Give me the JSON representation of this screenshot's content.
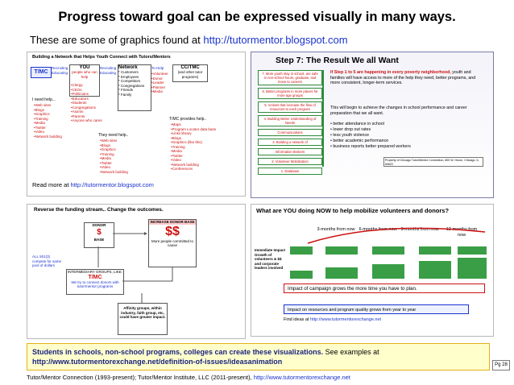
{
  "header": {
    "title": "Progress toward goal can be expressed visually in many ways.",
    "subtitle_prefix": "These are some of graphics found at ",
    "subtitle_link": "http://tutormentor.blogspot.com"
  },
  "panel1": {
    "heading": "Building a Network that Helps Youth Connect with Tutors/Mentors",
    "tmc": "T/MC",
    "col_recruiting1": "Recruiting Educating",
    "col_you": "YOU",
    "col_you_sub": "people who can help",
    "col_recruiting2": "Recruiting Educating",
    "col_network": "Network",
    "col_tohelp": "To Help",
    "col_cctmc": "CC/TMC",
    "col_cctmc_sub": "(and other tutor programs)",
    "you_items": [
      "Clergy",
      "CEOs",
      "Politicians",
      "Educators",
      "Students",
      "Congregations",
      "Alumni",
      "Parents",
      "Anyone who cares"
    ],
    "network_items": [
      "Customers",
      "Employees",
      "Competitors",
      "Congregations",
      "Friends",
      "Family"
    ],
    "tohelp_items": [
      "Volunteer",
      "Donor",
      "Leader",
      "Planner",
      "Media"
    ],
    "i_need_help": "I need help...",
    "i_need_items": [
      "Web sites",
      "Blogs",
      "Graphics",
      "Training",
      "Media",
      "Twitter",
      "Video",
      "Network building"
    ],
    "they_need_help": "They need help..",
    "they_need_items": [
      "Web sites",
      "Blogs",
      "Graphics",
      "Training",
      "Media",
      "Twitter",
      "Video",
      "Network building"
    ],
    "tmc_provides": "T/MC provides help..",
    "tmc_provides_items": [
      "Maps",
      "Program Locator data base",
      "Links library",
      "Blogs",
      "Graphics (like this)",
      "Training",
      "Media",
      "Twitter",
      "Video",
      "Network building",
      "Conferences"
    ],
    "read_more_prefix": "Read more at ",
    "read_more_link": "http://tutormentor.blogspot.com"
  },
  "panel2": {
    "heading": "Step 7: The Result We all Want",
    "left_boxes": [
      "7. More youth stay in school, are safe in non-school hours, graduate, and move to careers",
      "6. Better programs in more places for more age groups",
      "5. Actions that increase the flow of resources to each program",
      "4. Building Better Understanding of Needs",
      "Communications",
      "3. Building a network of",
      "Information Brokers",
      "2. Volunteer Mobilization",
      "1. Database"
    ],
    "right_text_1_bold": "If Step 1 to 5 are happening in every poverty neighborhood,",
    "right_text_1": " youth and families will have access to more of the help they need, better programs, and more consistent, longer-term services.",
    "right_text_2": "This will begin to achieve the changes in school performance and career preparation that we all want.",
    "right_bullets": [
      "better attendance in school",
      "lower drop out rates",
      "less youth violence",
      "better academic performance",
      "business reports better prepared workers"
    ],
    "credit": "Property of Chicago Tutor/Mentor Connection, 800 W. Huron, Chicago, IL 60622"
  },
  "panel3": {
    "heading": "Reverse the funding stream.. Change the outcomes.",
    "donor": "DONOR",
    "base": "BASE",
    "increase_donor_base": "INCREASE DONOR BASE",
    "more_people": "More people committed to cause",
    "all_5013": "ALL 501(3) compete for same pool of dollars",
    "intermediary": "INTERMEDIARY GROUPS, LIKE:",
    "tmc": "T/MC",
    "we_try": "We try to connect donors with tutor/mentor programs",
    "affinity": "Affinity groups, within industry, faith group, etc, could have greater impact."
  },
  "panel4": {
    "heading": "What are YOU doing NOW to help mobilize volunteers and donors?",
    "timeline_labels": [
      "3-months from now",
      "6-months from now",
      "9-months from now",
      "12-months from now"
    ],
    "row_labels": [
      "Immediate Impact",
      "Growth of volunteers & $$ and corporate leaders involved"
    ],
    "impact_box": "Impact of campaign grows the more time you have to plan.",
    "resources_box": "Impact on resources and program quality grows from year to year",
    "find_ideas_prefix": "Find ideas at ",
    "find_ideas_link": "http://www.tutormentorexchange.net"
  },
  "footer": {
    "callout_bold": "Students in schools, non-school programs, colleges can create these visualizations.",
    "callout_rest": " See examples at",
    "callout_link": "http://www.tutormentorexchange.net/definition-of-issues/ideasanimation",
    "page": "Pg 28",
    "credits": "Tutor/Mentor Connection (1993-present); Tutor/Mentor Institute, LLC (2011-present), ",
    "credits_link": "http://www.tutormentorexchange.net"
  },
  "colors": {
    "link": "#1a33cc",
    "red": "#cc1111",
    "callout_bg": "#ffffcc",
    "callout_border": "#e2b11b",
    "green": "#2e8b3a"
  }
}
